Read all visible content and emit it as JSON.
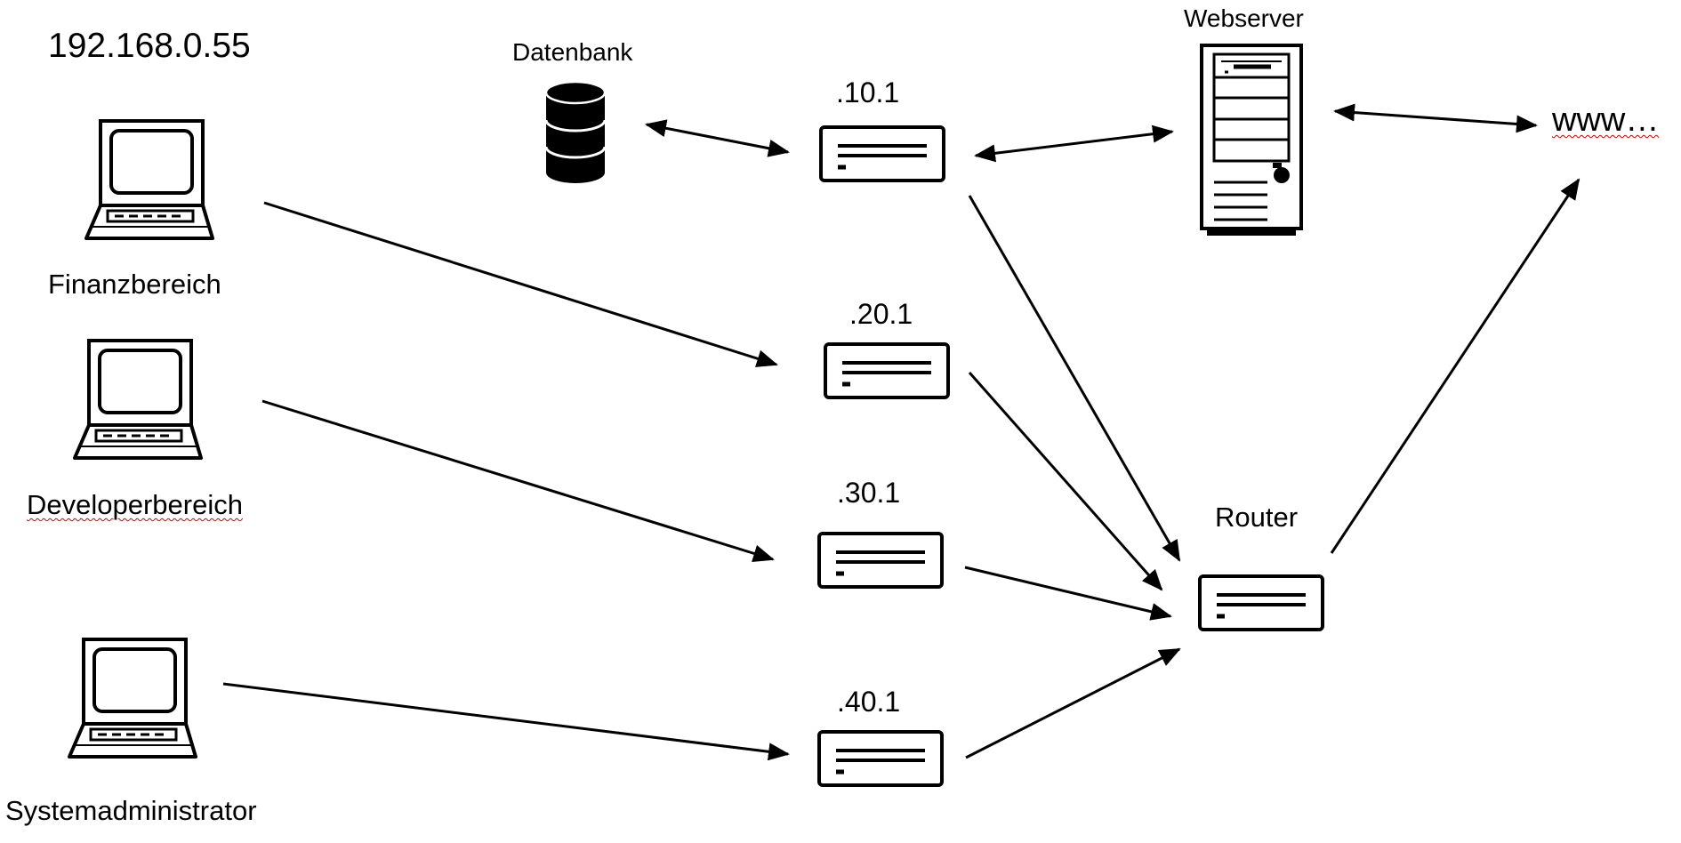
{
  "diagram": {
    "ip_label": "192.168.0.55",
    "clients": [
      {
        "name": "Finanzbereich"
      },
      {
        "name": "Developerbereich"
      },
      {
        "name": "Systemadministrator"
      }
    ],
    "subnets": [
      {
        "label": ".10.1"
      },
      {
        "label": ".20.1"
      },
      {
        "label": ".30.1"
      },
      {
        "label": ".40.1"
      }
    ],
    "database": {
      "label": "Datenbank"
    },
    "webserver": {
      "label": "Webserver"
    },
    "router": {
      "label": "Router"
    },
    "internet": {
      "label": "www…"
    },
    "colors": {
      "stroke": "#000000",
      "background": "#ffffff",
      "spellcheck_underline": "#d00000"
    },
    "icons": {
      "client": "laptop-icon",
      "switch": "switch-icon",
      "database": "database-icon",
      "server": "server-tower-icon"
    }
  }
}
